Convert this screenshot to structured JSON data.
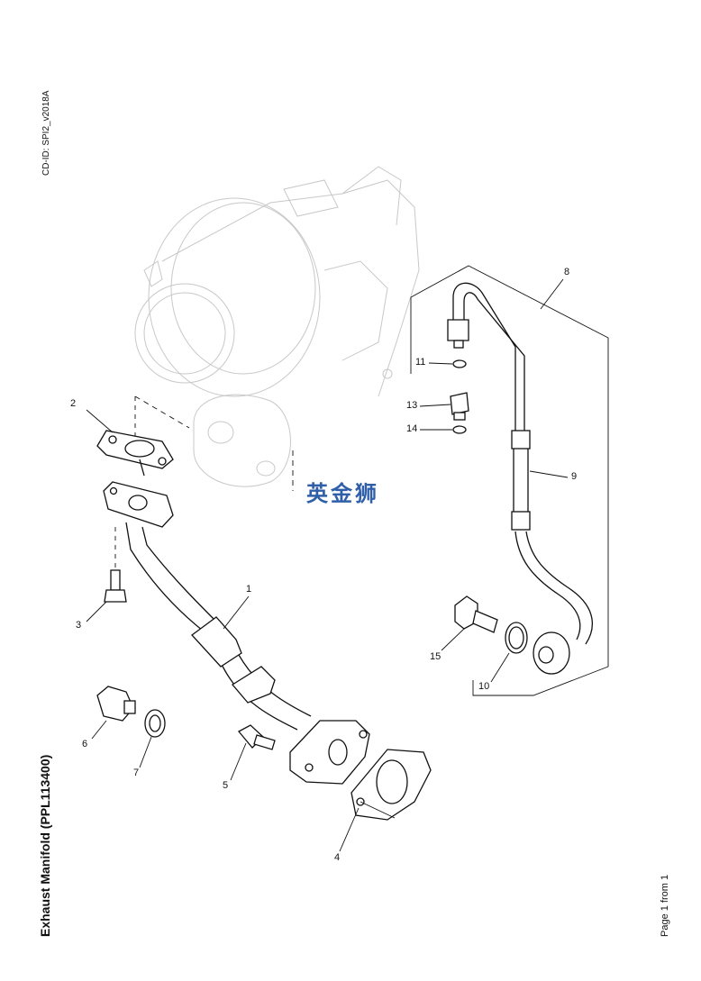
{
  "cd_id": "CD-ID: SPI2_v2018A",
  "title": "Exhaust Manifold (PPL113400)",
  "page_label": "Page 1 from 1",
  "watermark_text": "英金狮",
  "callouts": {
    "c1": "1",
    "c2": "2",
    "c3": "3",
    "c4": "4",
    "c5": "5",
    "c6": "6",
    "c7": "7",
    "c8": "8",
    "c9": "9",
    "c10": "10",
    "c11": "11",
    "c13": "13",
    "c14": "14",
    "c15": "15"
  },
  "colors": {
    "line": "#111111",
    "ghost": "#c8c8c8",
    "watermark": "#2f5fa8"
  }
}
